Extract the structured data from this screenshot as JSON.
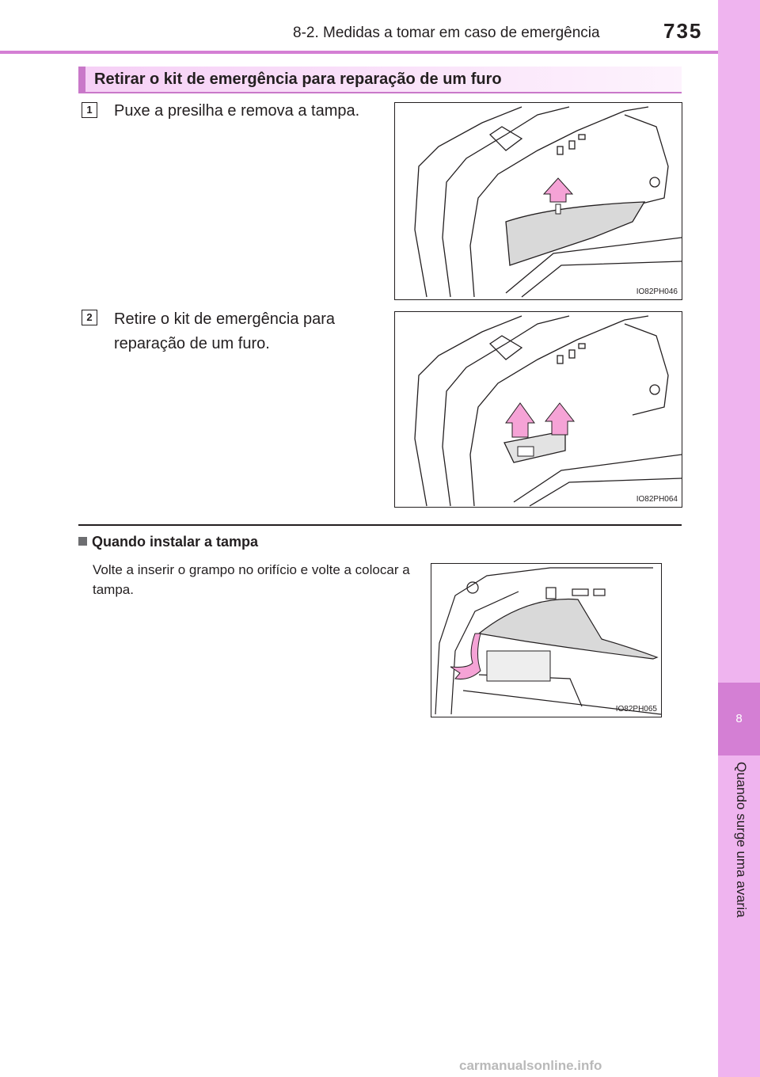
{
  "header": {
    "section": "8-2. Medidas a tomar em caso de emergência",
    "page_number": "735"
  },
  "side_tab": {
    "chapter": "8",
    "title": "Quando surge uma avaria"
  },
  "section_heading": "Retirar o kit de emergência para reparação de um furo",
  "steps": [
    {
      "number": "1",
      "text": "Puxe a presilha e remova a tampa.",
      "figure_code": "IO82PH046"
    },
    {
      "number": "2",
      "text": "Retire o kit de emergência para reparação de um furo.",
      "figure_code": "IO82PH064"
    }
  ],
  "note": {
    "heading": "Quando instalar a tampa",
    "text": "Volte a inserir o grampo no orifício e volte a colocar a tampa.",
    "figure_code": "IO82PH065"
  },
  "watermark": "carmanualsonline.info",
  "colors": {
    "accent": "#d47fd4",
    "tab": "#efb4ef",
    "arrow": "#f5a3d6"
  }
}
